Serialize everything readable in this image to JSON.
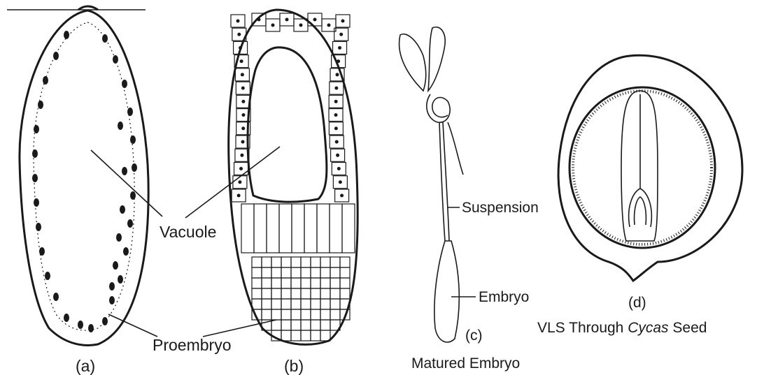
{
  "labels": {
    "vacuole": "Vacuole",
    "proembryo": "Proembryo",
    "suspension": "Suspension",
    "embryo": "Embryo",
    "matured_embryo": "Matured Embryo",
    "vls_prefix": "VLS Through ",
    "vls_genus": "Cycas",
    "vls_suffix": " Seed"
  },
  "panels": {
    "a": "(a)",
    "b": "(b)",
    "c": "(c)",
    "d": "(d)"
  }
}
